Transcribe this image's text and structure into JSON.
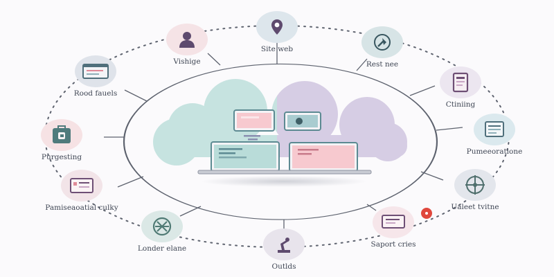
{
  "nodes": [
    {
      "label": "Site web",
      "icon": "pin-marker-icon",
      "bg": "#dde6ec"
    },
    {
      "label": "Rest nee",
      "icon": "satellite-dish-icon",
      "bg": "#d7e4e6"
    },
    {
      "label": "Ctiniing",
      "icon": "notebook-icon",
      "bg": "#ece6f0"
    },
    {
      "label": "Pumeeoratlone",
      "icon": "document-icon",
      "bg": "#dbe9ee"
    },
    {
      "label": "Ualeet tvitne",
      "icon": "crosshair-target-icon",
      "bg": "#e3e6ec"
    },
    {
      "label": "Saport cries",
      "icon": "message-card-icon",
      "bg": "#f6e6ea"
    },
    {
      "label": "Outlds",
      "icon": "robot-arm-icon",
      "bg": "#e8e4ec"
    },
    {
      "label": "Londer elane",
      "icon": "wheel-icon",
      "bg": "#dbe8e6"
    },
    {
      "label": "Pamiseaoatial culky",
      "icon": "form-card-icon",
      "bg": "#f2e4e8"
    },
    {
      "label": "Purgesting",
      "icon": "briefcase-icon",
      "bg": "#f6e2e4"
    },
    {
      "label": "Rood fauels",
      "icon": "browser-window-icon",
      "bg": "#dfe3ea"
    },
    {
      "label": "Vishige",
      "icon": "user-icon",
      "bg": "#f5e3e6"
    }
  ],
  "colors": {
    "ring": "#5d626e",
    "cloud_left": "#c6e3e0",
    "cloud_right": "#d6cde4",
    "accent_teal": "#5c8a92",
    "accent_plum": "#6e4f75",
    "accent_pink": "#f7c9cf",
    "alert": "#e0483d"
  }
}
